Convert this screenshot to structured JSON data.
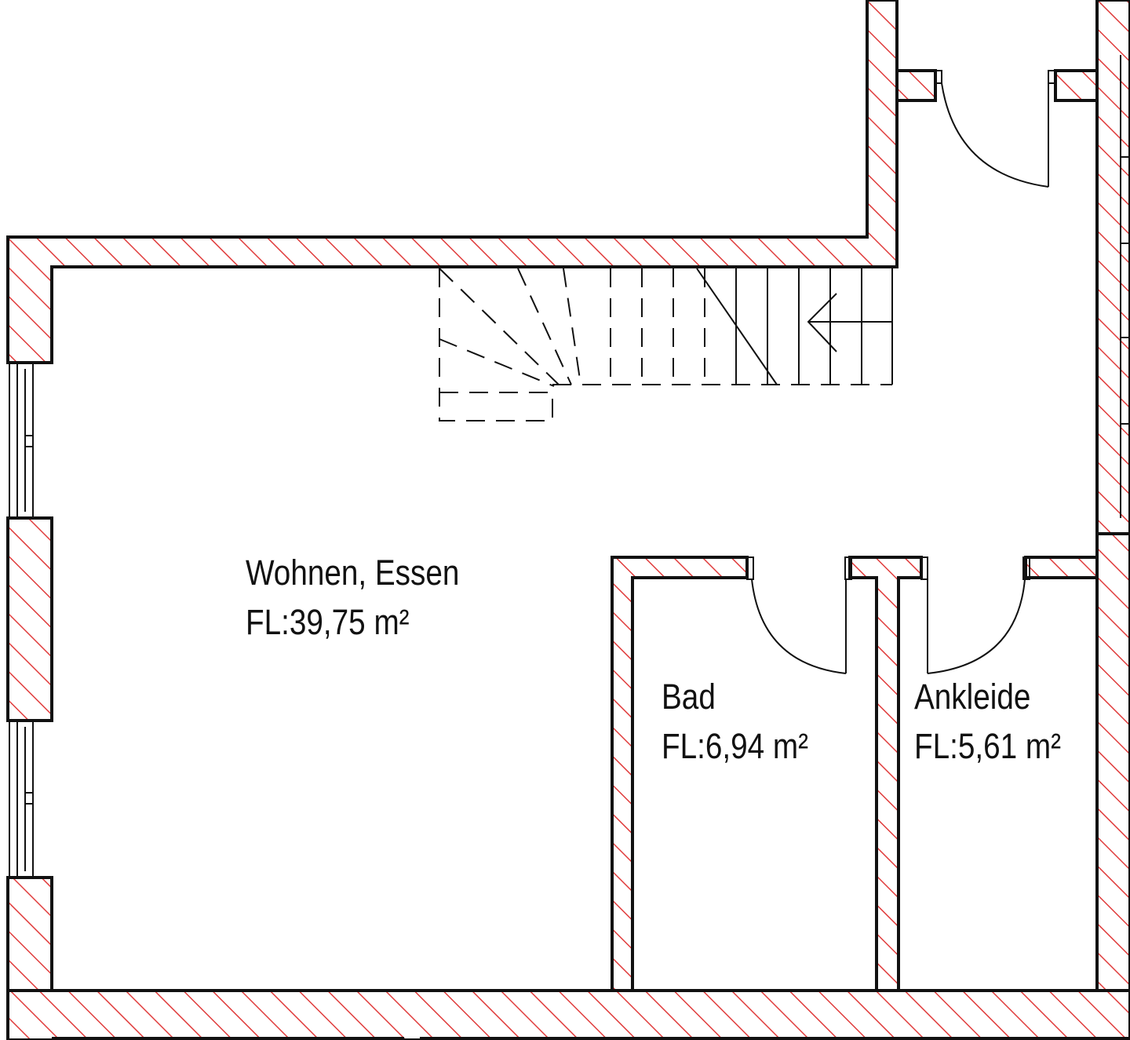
{
  "colors": {
    "wall_hatch": "#e03c3c",
    "wall_outline": "#111111",
    "background": "#ffffff"
  },
  "rooms": [
    {
      "id": "wohnen",
      "name": "Wohnen, Essen",
      "area": "FL:39,75 m²"
    },
    {
      "id": "bad",
      "name": "Bad",
      "area": "FL:6,94 m²"
    },
    {
      "id": "ankleide",
      "name": "Ankleide",
      "area": "FL:5,61 m²"
    }
  ],
  "stair": {
    "direction_symbol": "arrow-left-icon"
  }
}
